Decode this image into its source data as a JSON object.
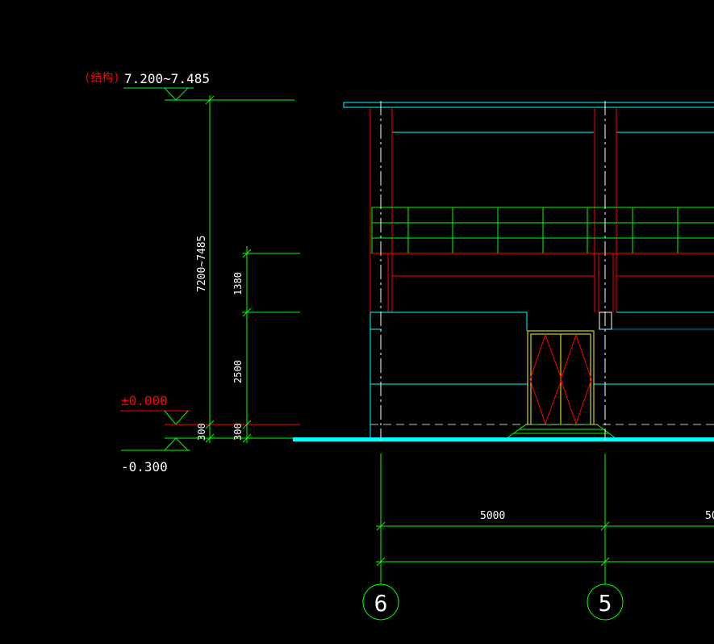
{
  "drawing": {
    "colors": {
      "background": "#000000",
      "dimension": "#00ff00",
      "structure": "#ff0000",
      "outline": "#00ffff",
      "door": "#ffff00",
      "text": "#ffffff",
      "ground": "#00ffff",
      "dashed": "#c0c0c0"
    },
    "annotations": {
      "struct_tag": "(结构)",
      "top_level": "7.200~7.485",
      "zero_level": "±0.000",
      "ground_level": "-0.300"
    },
    "dimensions": {
      "total_height": "7200~7485",
      "upper_segment": "1380",
      "middle_segment": "2500",
      "lower_segment_a": "300",
      "lower_segment_b": "300",
      "bay_1": "5000",
      "bay_2": "50"
    },
    "axes": [
      {
        "label": "6"
      },
      {
        "label": "5"
      }
    ]
  }
}
